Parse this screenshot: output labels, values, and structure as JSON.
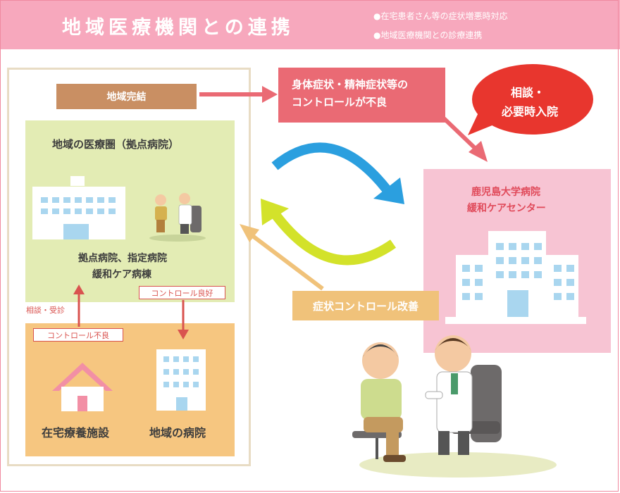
{
  "header": {
    "title": "地域医療機関との連携",
    "bullets": [
      "●在宅患者さん等の症状増悪時対応",
      "●地域医療機関との診療連携"
    ]
  },
  "left_panel": {
    "completion_label": "地域完結",
    "regional_area": {
      "title": "地域の医療圏（拠点病院）",
      "sub_line1": "拠点病院、指定病院",
      "sub_line2": "緩和ケア病棟"
    },
    "tag_control_good": "コントロール良好",
    "tag_control_bad": "コントロール不良",
    "consult_label": "相談・受診",
    "home_label": "在宅療養施設",
    "local_hospital_label": "地域の病院"
  },
  "poor_control": {
    "line1": "身体症状・精神症状等の",
    "line2": "コントロールが不良"
  },
  "bubble": {
    "line1": "相談・",
    "line2": "必要時入院"
  },
  "university": {
    "line1": "鹿児島大学病院",
    "line2": "緩和ケアセンター"
  },
  "improvement_label": "症状コントロール改善",
  "colors": {
    "header_pink": "#f7a8bd",
    "poor_control_red": "#ea6a74",
    "bubble_red": "#e8362e",
    "regional_green": "#e3ecb4",
    "local_orange": "#f6c680",
    "university_pink": "#f7c4d3",
    "improve_yellow": "#f0c27a",
    "arrow_blue": "#2b9fdf",
    "arrow_lime": "#d3e22a"
  }
}
